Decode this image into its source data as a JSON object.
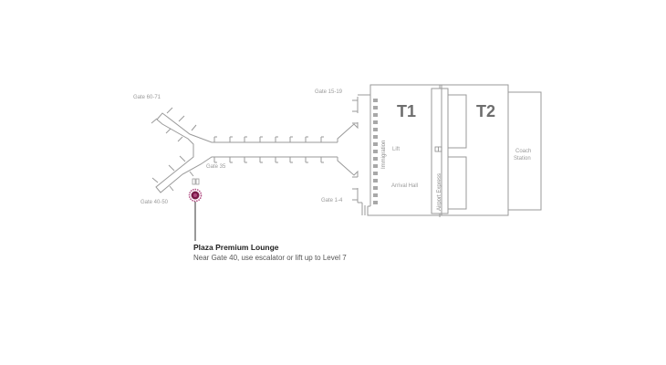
{
  "map": {
    "terminals": [
      {
        "label": "T1"
      },
      {
        "label": "T2"
      }
    ],
    "gate_labels": {
      "gate_60_71": "Gate 60-71",
      "gate_40_50": "Gate 40-50",
      "gate_35": "Gate 35",
      "gate_15_19": "Gate 15-19",
      "gate_1_4": "Gate 1-4"
    },
    "area_labels": {
      "immigration": "Immigration",
      "lift": "Lift",
      "arrival_hall": "Arrival Hall",
      "airport_express_t1": "Airport Express",
      "airport_express_t2": "Airport Express",
      "coach_station_line1": "Coach",
      "coach_station_line2": "Station"
    },
    "colors": {
      "line": "#9a9a9a",
      "pin": "#7a1a48",
      "pin_ring": "#b04a80"
    }
  },
  "location": {
    "name": "Plaza Premium Lounge",
    "description": "Near Gate 40, use escalator or lift up to Level 7"
  }
}
